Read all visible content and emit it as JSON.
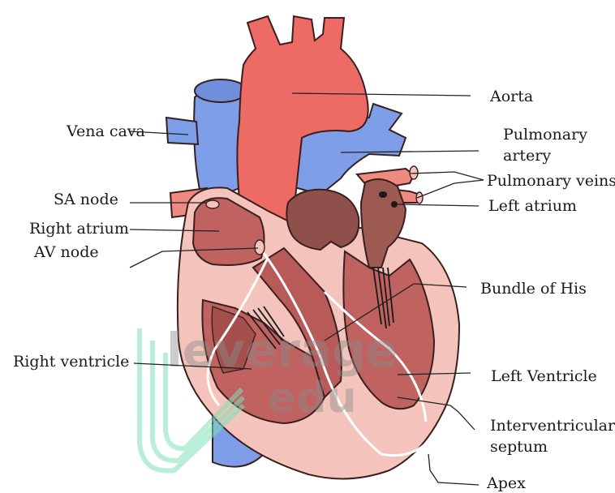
{
  "labels": {
    "aorta": "Aorta",
    "vena_cava": "Vena cava",
    "pulmonary_artery_1": "Pulmonary",
    "pulmonary_artery_2": "artery",
    "pulmonary_veins": "Pulmonary veins",
    "sa_node": "SA node",
    "left_atrium": "Left atrium",
    "right_atrium": "Right atrium",
    "av_node": "AV node",
    "bundle_of_his": "Bundle of His",
    "right_ventricle": "Right ventricle",
    "left_ventricle": "Left Ventricle",
    "interventricular_1": "Interventricular",
    "interventricular_2": "septum",
    "apex": "Apex"
  },
  "watermark": {
    "line1": "leverage",
    "line2": "edu"
  },
  "colors": {
    "aorta_red": "#ee6a64",
    "vein_blue": "#7f9ee8",
    "chamber_dark": "#b55c5c",
    "tissue_pink": "#f4c4bc",
    "muscle_red": "#d46a66",
    "valve_brown": "#8f4f4a",
    "watermark_gray": "#8a8a8a",
    "watermark_green": "#7fe0b8"
  }
}
